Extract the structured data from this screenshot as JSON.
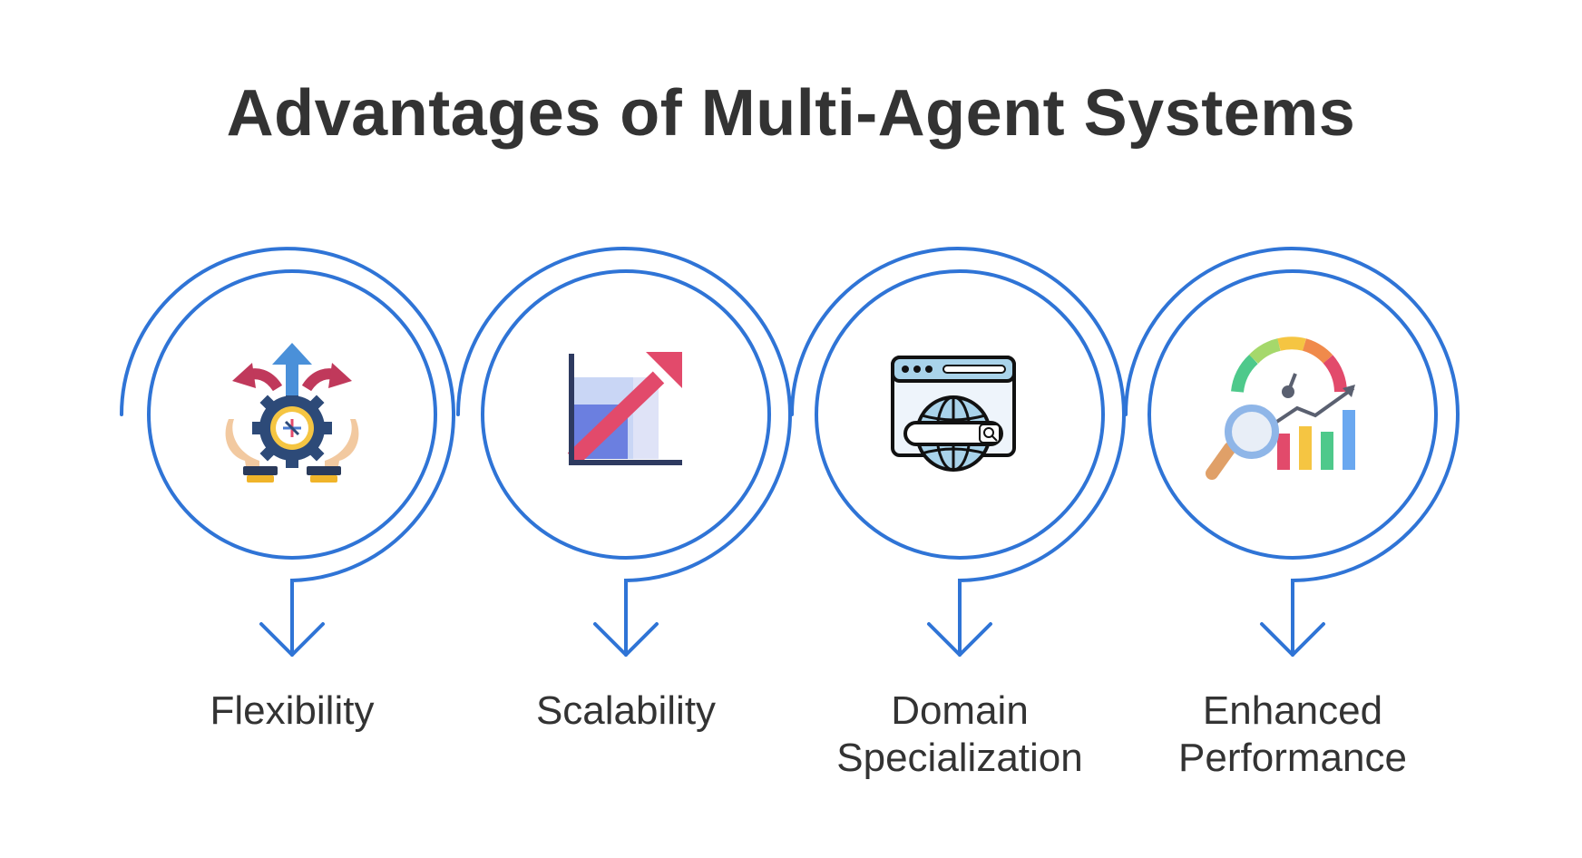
{
  "title": "Advantages of Multi-Agent Systems",
  "colors": {
    "ring": "#2f74d6",
    "text": "#333333"
  },
  "steps": [
    {
      "label_lines": [
        "Flexibility"
      ],
      "icon": "flexibility-icon"
    },
    {
      "label_lines": [
        "Scalability"
      ],
      "icon": "scalability-icon"
    },
    {
      "label_lines": [
        "Domain",
        "Specialization"
      ],
      "icon": "domain-specialization-icon"
    },
    {
      "label_lines": [
        "Enhanced",
        "Performance"
      ],
      "icon": "enhanced-performance-icon"
    }
  ]
}
